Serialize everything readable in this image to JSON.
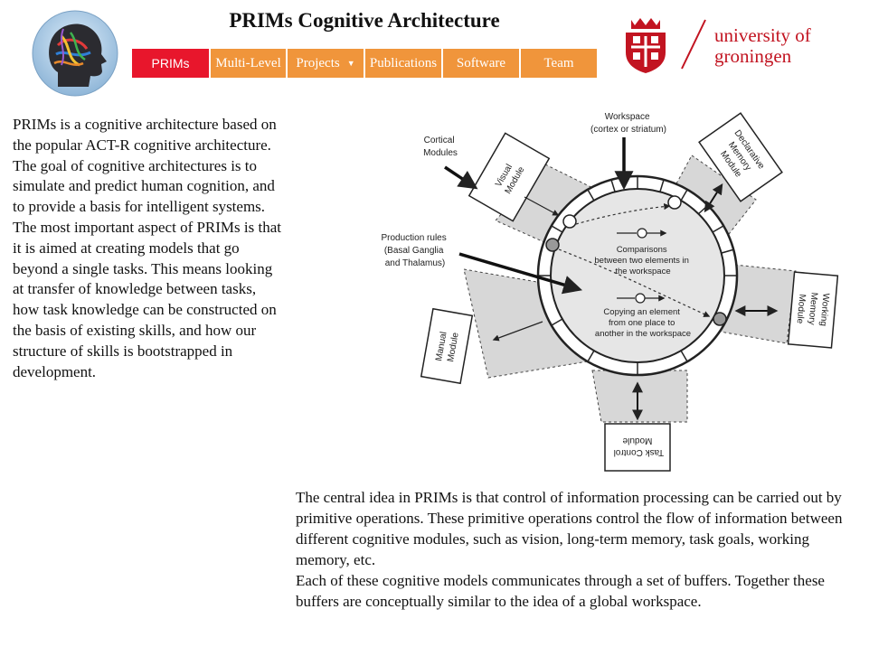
{
  "header": {
    "title": "PRIMs Cognitive Architecture"
  },
  "nav": {
    "tabs": [
      {
        "label": "PRIMs",
        "active": true
      },
      {
        "label": "Multi-Level",
        "active": false
      },
      {
        "label": "Projects",
        "active": false,
        "has_dropdown": true
      },
      {
        "label": "Publications",
        "active": false
      },
      {
        "label": "Software",
        "active": false
      },
      {
        "label": "Team",
        "active": false
      }
    ],
    "colors": {
      "active": "#e8162c",
      "inactive": "#f0953b"
    }
  },
  "university": {
    "line1": "university of",
    "line2": "groningen",
    "color": "#c21421"
  },
  "intro": {
    "paragraph1": "PRIMs is a cognitive architecture based on the popular ACT-R cognitive architecture. The goal of cognitive architectures is to simulate and predict human cognition, and to provide a basis for intelligent systems.",
    "paragraph2": "The most important aspect of PRIMs is that it is aimed at creating models that go beyond a single tasks. This means looking at transfer of knowledge between tasks, how task knowledge can be constructed on the basis of existing skills, and how our structure of skills is bootstrapped in development."
  },
  "diagram": {
    "workspace_label": [
      "Workspace",
      "(cortex or striatum)"
    ],
    "cortical_label": [
      "Cortical",
      "Modules"
    ],
    "production_label": [
      "Production rules",
      "(Basal Ganglia",
      "and Thalamus)"
    ],
    "visual_module": [
      "Visual",
      "Module"
    ],
    "declarative_module": [
      "Declarative",
      "Memory",
      "Module"
    ],
    "working_module": [
      "Working",
      "Memory",
      "Module"
    ],
    "manual_module": [
      "Manual",
      "Module"
    ],
    "task_module": [
      "Task Control",
      "Module"
    ],
    "comparisons_label": [
      "Comparisons",
      "between two elements in",
      "the workspace"
    ],
    "copying_label": [
      "Copying an element",
      "from one place to",
      "another in the workspace"
    ]
  },
  "central": {
    "paragraph1": "The central idea in PRIMs is that control of information processing can be carried out by primitive operations. These primitive operations control the flow of information between different cognitive modules, such as vision, long-term memory, task goals, working memory, etc.",
    "paragraph2": "Each of these cognitive models communicates through a set of buffers. Together these buffers are conceptually similar to the idea of a global workspace."
  }
}
